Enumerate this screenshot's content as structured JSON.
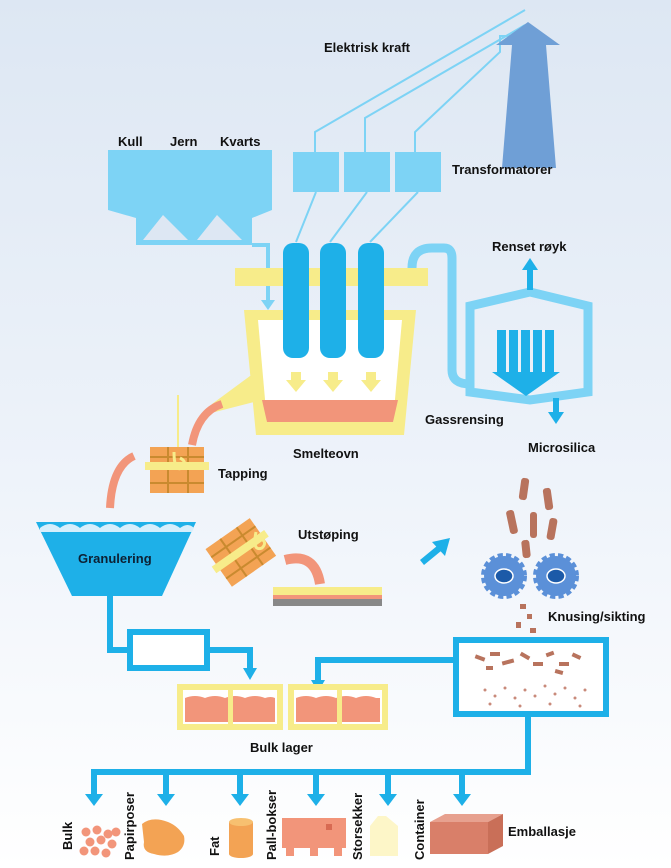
{
  "labels": {
    "electric_power": "Elektrisk kraft",
    "coal": "Kull",
    "iron": "Jern",
    "quartz": "Kvarts",
    "transformers": "Transformatorer",
    "cleaned_smoke": "Renset røyk",
    "gas_cleaning": "Gassrensing",
    "microsilica": "Microsilica",
    "furnace": "Smelteovn",
    "tapping": "Tapping",
    "granulation": "Granulering",
    "casting": "Utstøping",
    "crushing": "Knusing/sikting",
    "bulk_storage": "Bulk lager"
  },
  "packaging": {
    "bulk": "Bulk",
    "paper_bags": "Papirposer",
    "drum": "Fat",
    "pallet_boxes": "Pall-bokser",
    "big_bags": "Storsekker",
    "container": "Container",
    "packaging": "Emballasje"
  },
  "colors": {
    "blue": "#1eb0e8",
    "light_blue": "#7dd3f5",
    "yellow": "#f7ec8a",
    "salmon": "#f2957a",
    "tower": "#6f9fd6",
    "gear": "#5b90d8",
    "orange": "#f3a354",
    "brown": "#b8735d"
  }
}
